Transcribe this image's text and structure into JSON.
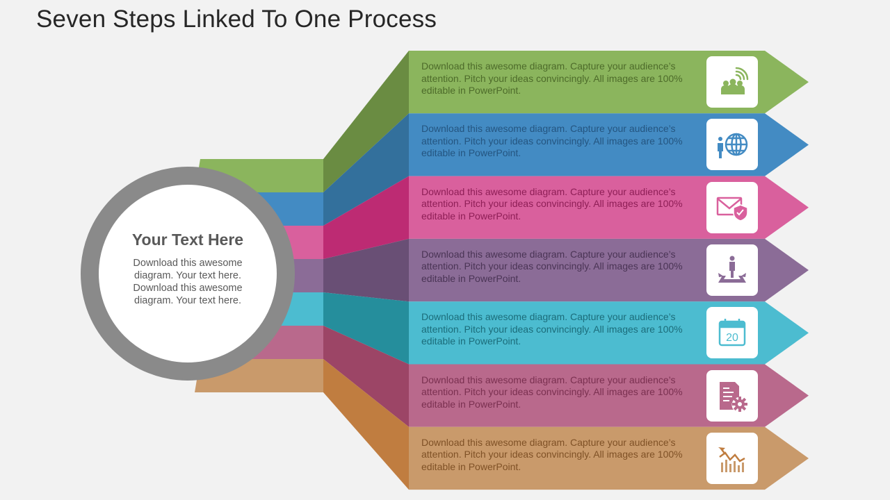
{
  "title": "Seven Steps Linked To One Process",
  "center": {
    "heading": "Your Text Here",
    "body": "Download this awesome diagram. Your text here. Download this awesome diagram. Your text here."
  },
  "steps": [
    {
      "text": "Download this awesome diagram. Capture your audience’s attention. Pitch your ideas convincingly.  All images are 100% editable  in PowerPoint.",
      "color": "#8bb55d",
      "dark": "#6a8c42",
      "text_color": "#4d6b2a",
      "icon": "team-broadcast-icon"
    },
    {
      "text": "Download this awesome diagram. Capture your audience’s attention. Pitch your ideas convincingly.  All images are 100% editable  in PowerPoint.",
      "color": "#438bc3",
      "dark": "#33709c",
      "text_color": "#245580",
      "icon": "globe-presenter-icon"
    },
    {
      "text": "Download this awesome diagram. Capture your audience’s attention. Pitch your ideas convincingly.  All images are 100% editable  in PowerPoint.",
      "color": "#d9609d",
      "dark": "#bd2b73",
      "text_color": "#8e1e56",
      "icon": "secure-mail-icon"
    },
    {
      "text": "Download this awesome diagram. Capture your audience’s attention. Pitch your ideas convincingly.  All images are 100% editable  in PowerPoint.",
      "color": "#8b6c97",
      "dark": "#694f75",
      "text_color": "#4a3455",
      "icon": "decision-paths-icon"
    },
    {
      "text": "Download this awesome diagram. Capture your audience’s attention. Pitch your ideas convincingly.  All images are 100% editable  in PowerPoint.",
      "color": "#4cbcd0",
      "dark": "#258e9c",
      "text_color": "#1b6c7a",
      "icon": "calendar-icon"
    },
    {
      "text": "Download this awesome diagram. Capture your audience’s attention. Pitch your ideas convincingly.  All images are 100% editable  in PowerPoint.",
      "color": "#b9698c",
      "dark": "#9c4566",
      "text_color": "#7a3050",
      "icon": "document-settings-icon"
    },
    {
      "text": "Download this awesome diagram. Capture your audience’s attention. Pitch your ideas convincingly.  All images are 100% editable  in PowerPoint.",
      "color": "#c99a6b",
      "dark": "#c07d40",
      "text_color": "#7f5126",
      "icon": "growth-chart-icon"
    }
  ],
  "ring_color": "#8a8a8a"
}
